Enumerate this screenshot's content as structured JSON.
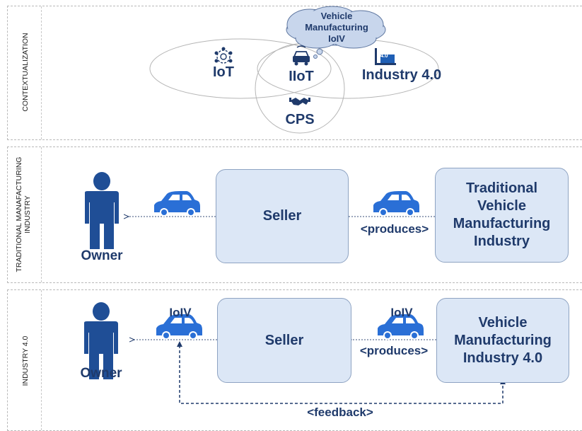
{
  "contextualization": {
    "label": "CONTEXTUALIZATION",
    "cloud_text": [
      "Vehicle",
      "Manufacturing",
      "IoIV"
    ],
    "iot_label": "IoT",
    "iiot_label": "IIoT",
    "industry40_label": "Industry 4.0",
    "industry40_badge": "4.0",
    "cps_label": "CPS"
  },
  "traditional": {
    "label_line1": "TRADITIONAL MANAFACTURING",
    "label_line2": "INDUSTRY",
    "owner_label": "Owner",
    "seller_label": "Seller",
    "produces_label": "<produces>",
    "manufacturer_label": "Traditional Vehicle Manufacturing Industry"
  },
  "industry40": {
    "label": "INDUSTRY 4.0",
    "owner_label": "Owner",
    "seller_label": "Seller",
    "iolv_left": "IoIV",
    "iolv_right": "IoIV",
    "produces_label": "<produces>",
    "manufacturer_label": "Vehicle Manufacturing Industry 4.0",
    "feedback_label": "<feedback>"
  },
  "colors": {
    "dark_blue": "#1f3a6b",
    "person": "#1f4e96",
    "car": "#2a6fd6",
    "box_fill": "#dce7f6"
  }
}
